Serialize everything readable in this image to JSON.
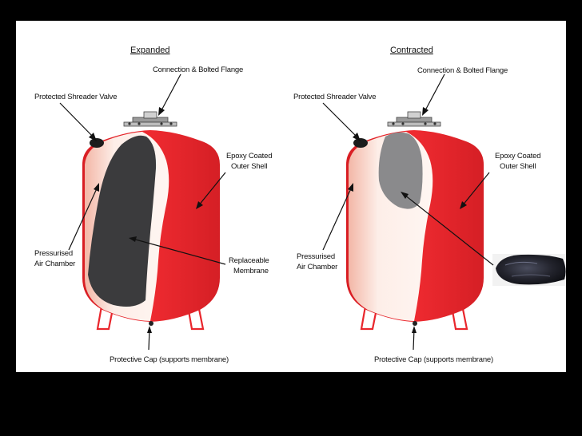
{
  "colors": {
    "background": "#000000",
    "panel": "#ffffff",
    "shell_red": "#e9262c",
    "membrane_dark": "#3b3b3d",
    "membrane_grey": "#8a8a8c",
    "air_chamber": "#fbe9e2"
  },
  "left_vessel": {
    "title": "Expanded",
    "flange": "Connection & Bolted Flange",
    "valve": "Protected Shreader Valve",
    "shell_line1": "Epoxy Coated",
    "shell_line2": "Outer Shell",
    "air_line1": "Pressurised",
    "air_line2": "Air Chamber",
    "membrane_line1": "Replaceable",
    "membrane_line2": "Membrane",
    "cap": "Protective Cap (supports membrane)"
  },
  "right_vessel": {
    "title": "Contracted",
    "flange": "Connection & Bolted Flange",
    "valve": "Protected Shreader Valve",
    "shell_line1": "Epoxy Coated",
    "shell_line2": "Outer Shell",
    "air_line1": "Pressurised",
    "air_line2": "Air Chamber",
    "cap": "Protective Cap (supports membrane)"
  },
  "photo_icon": "membrane-photo"
}
